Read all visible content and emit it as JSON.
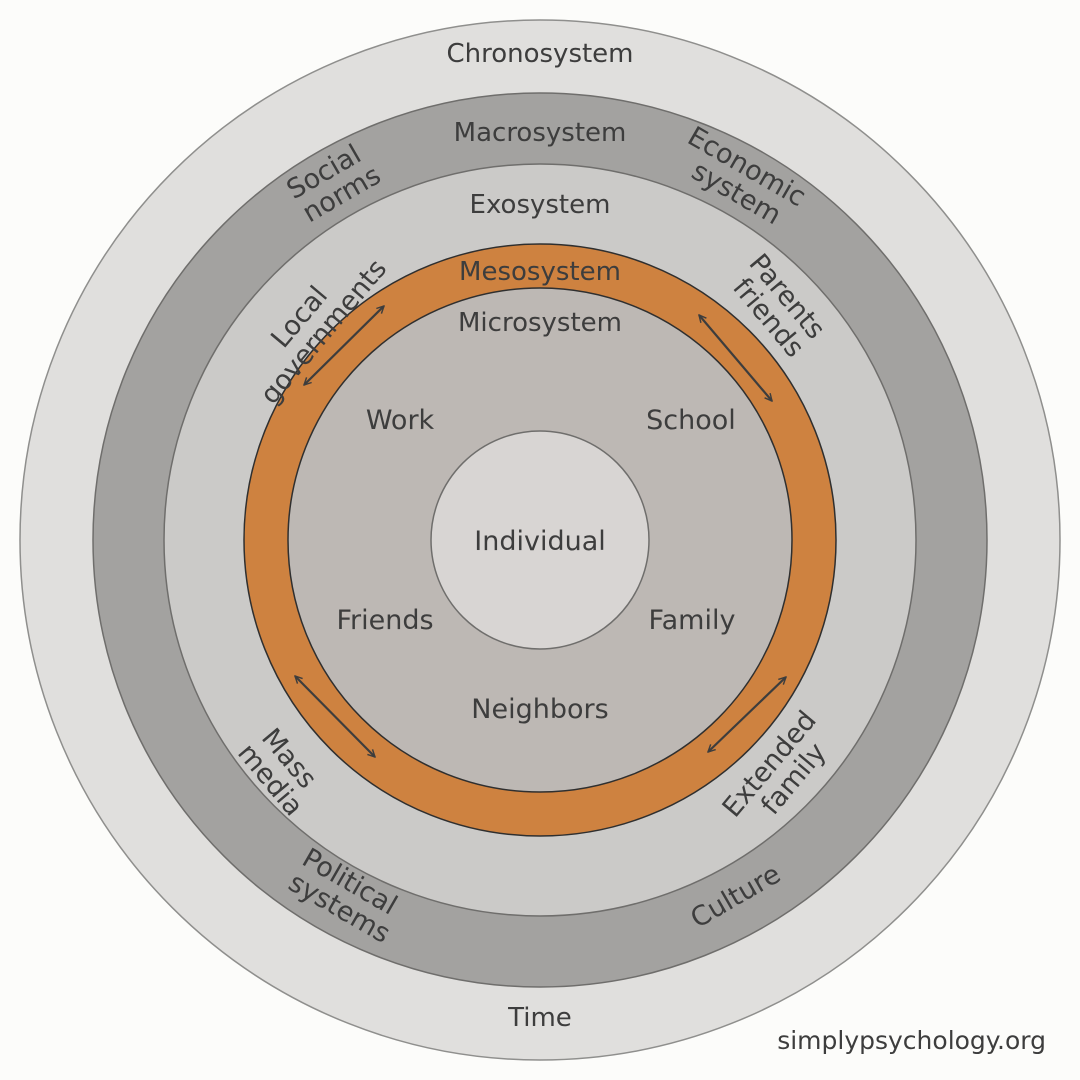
{
  "rings": {
    "chronosystem": "Chronosystem",
    "macrosystem": "Macrosystem",
    "exosystem": "Exosystem",
    "mesosystem": "Mesosystem",
    "microsystem": "Microsystem",
    "individual": "Individual"
  },
  "microsystem_items": {
    "work": "Work",
    "school": "School",
    "friends": "Friends",
    "family": "Family",
    "neighbors": "Neighbors"
  },
  "macrosystem_items": {
    "social_norms": [
      "Social",
      "norms"
    ],
    "economic_system": [
      "Economic",
      "system"
    ],
    "political_systems": [
      "Political",
      "systems"
    ],
    "culture": "Culture"
  },
  "exosystem_items": {
    "local_governments": [
      "Local",
      "governments"
    ],
    "parents_friends": [
      "Parents",
      "friends"
    ],
    "mass_media": [
      "Mass",
      "media"
    ],
    "extended_family": [
      "Extended",
      "family"
    ]
  },
  "chronosystem_items": {
    "time": "Time"
  },
  "watermark": "simplypsychology.org",
  "colors": {
    "background": "#fcfcfa",
    "chronosystem": "#e0dfdd",
    "macrosystem": "#a3a2a0",
    "exosystem": "#cbcac8",
    "mesosystem": "#ce8240",
    "microsystem": "#bdb8b4",
    "individual": "#d8d5d3",
    "text": "#3d3d3d"
  }
}
